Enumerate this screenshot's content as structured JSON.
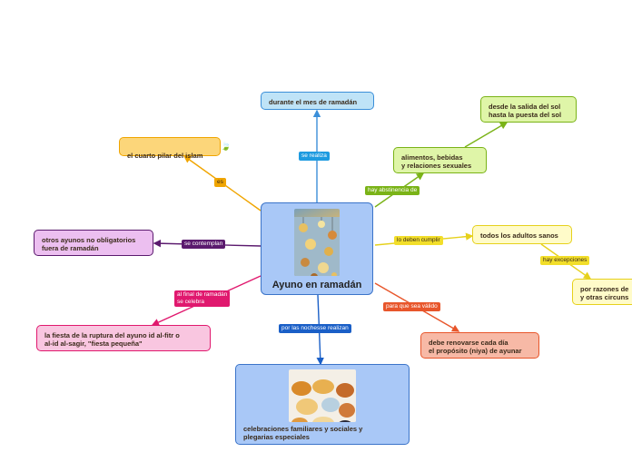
{
  "center": {
    "title": "Ayuno en ramadán"
  },
  "nodes": {
    "mes": "durante el mes de ramadán",
    "pilar": "el cuarto pilar del islam",
    "alimentos": "alimentos, bebidas\ny relaciones sexuales",
    "sol": "desde la salida del sol\nhasta la puesta del sol",
    "adultos": "todos los adultos sanos",
    "razones": "por razones de\ny otras circuns",
    "otros": "otros ayunos no obligatorios\nfuera de ramadán",
    "fiesta": "la fiesta de la ruptura del ayuno id al-fitr o\nal-id al-sagir, \"fiesta pequeña\"",
    "renovarse": "debe renovarse cada día\nel propósito (niya) de ayunar",
    "celebraciones": "celebraciones familiares y sociales y\nplegarias especiales"
  },
  "labels": {
    "se_realiza": "se realiza",
    "es": "es",
    "hay_abstinencia": "hay abstinencia de",
    "lo_deben": "lo deben cumplir",
    "hay_excepciones": "hay excepciones",
    "se_contemplan": "se contemplan",
    "al_final": "al final de ramadán\nse celebra",
    "para_que": "para que sea válido",
    "por_las_noches": "por las nochesse realizan"
  },
  "icons": {
    "pilar_icon": "🍃"
  },
  "colors": {
    "blue": "#3b8fd9",
    "orange": "#f0a500",
    "green": "#7ab317",
    "yellow": "#e6d11c",
    "purple": "#5b1a6e",
    "pink": "#e0186e",
    "red": "#e8562b",
    "darkblue": "#1a5fc7"
  }
}
